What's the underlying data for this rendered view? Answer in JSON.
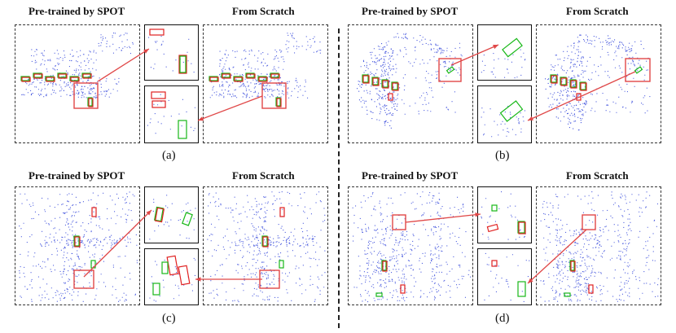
{
  "panels": [
    {
      "id": "a",
      "caption": "(a)",
      "left_title": "Pre-trained by SPOT",
      "right_title": "From Scratch"
    },
    {
      "id": "b",
      "caption": "(b)",
      "left_title": "Pre-trained by SPOT",
      "right_title": "From Scratch"
    },
    {
      "id": "c",
      "caption": "(c)",
      "left_title": "Pre-trained by SPOT",
      "right_title": "From Scratch"
    },
    {
      "id": "d",
      "caption": "(d)",
      "left_title": "Pre-trained by SPOT",
      "right_title": "From Scratch"
    }
  ],
  "colors": {
    "points": "#1a2fd6",
    "prediction_box": "#e02020",
    "ground_truth_box": "#18b818",
    "zoom_arrow": "#e04848",
    "frame_border": "#333333"
  }
}
